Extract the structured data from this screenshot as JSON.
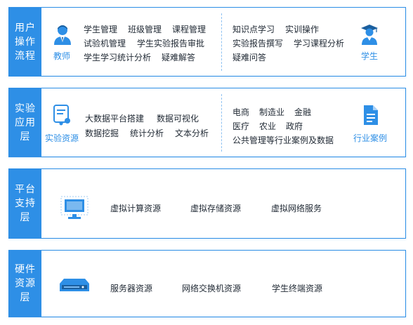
{
  "colors": {
    "accent": "#2e8fe6",
    "text": "#222b36"
  },
  "layers": [
    {
      "label": [
        "用户",
        "操作",
        "流程"
      ],
      "left": {
        "icon": "teacher-icon",
        "caption": "教师",
        "rows": [
          [
            "学生管理",
            "班级管理",
            "课程管理"
          ],
          [
            "试验机管理",
            "学生实验报告审批"
          ],
          [
            "学生学习统计分析",
            "疑难解答"
          ]
        ]
      },
      "right": {
        "icon": "student-icon",
        "caption": "学生",
        "rows": [
          [
            "知识点学习",
            "实训操作"
          ],
          [
            "实验报告撰写",
            "学习课程分析"
          ],
          [
            "疑难问答"
          ]
        ]
      }
    },
    {
      "label": [
        "实验",
        "应用",
        "层"
      ],
      "left": {
        "icon": "experiment-resource-icon",
        "caption": "实验资源",
        "rows": [
          [
            "大数据平台搭建",
            "数据可视化"
          ],
          [
            "数据挖掘",
            "统计分析",
            "文本分析"
          ]
        ]
      },
      "right": {
        "icon": "industry-case-icon",
        "caption": "行业案例",
        "rows": [
          [
            "电商",
            "制造业",
            "金融"
          ],
          [
            "医疗",
            "农业",
            "政府"
          ],
          [
            "公共管理等行业案例及数据"
          ]
        ]
      }
    },
    {
      "label": [
        "平台",
        "支持",
        "层"
      ],
      "icon": "monitor-icon",
      "items": [
        "虚拟计算资源",
        "虚拟存储资源",
        "虚拟网络服务"
      ]
    },
    {
      "label": [
        "硬件",
        "资源",
        "层"
      ],
      "icon": "server-icon",
      "items": [
        "服务器资源",
        "网络交换机资源",
        "学生终端资源"
      ]
    }
  ]
}
